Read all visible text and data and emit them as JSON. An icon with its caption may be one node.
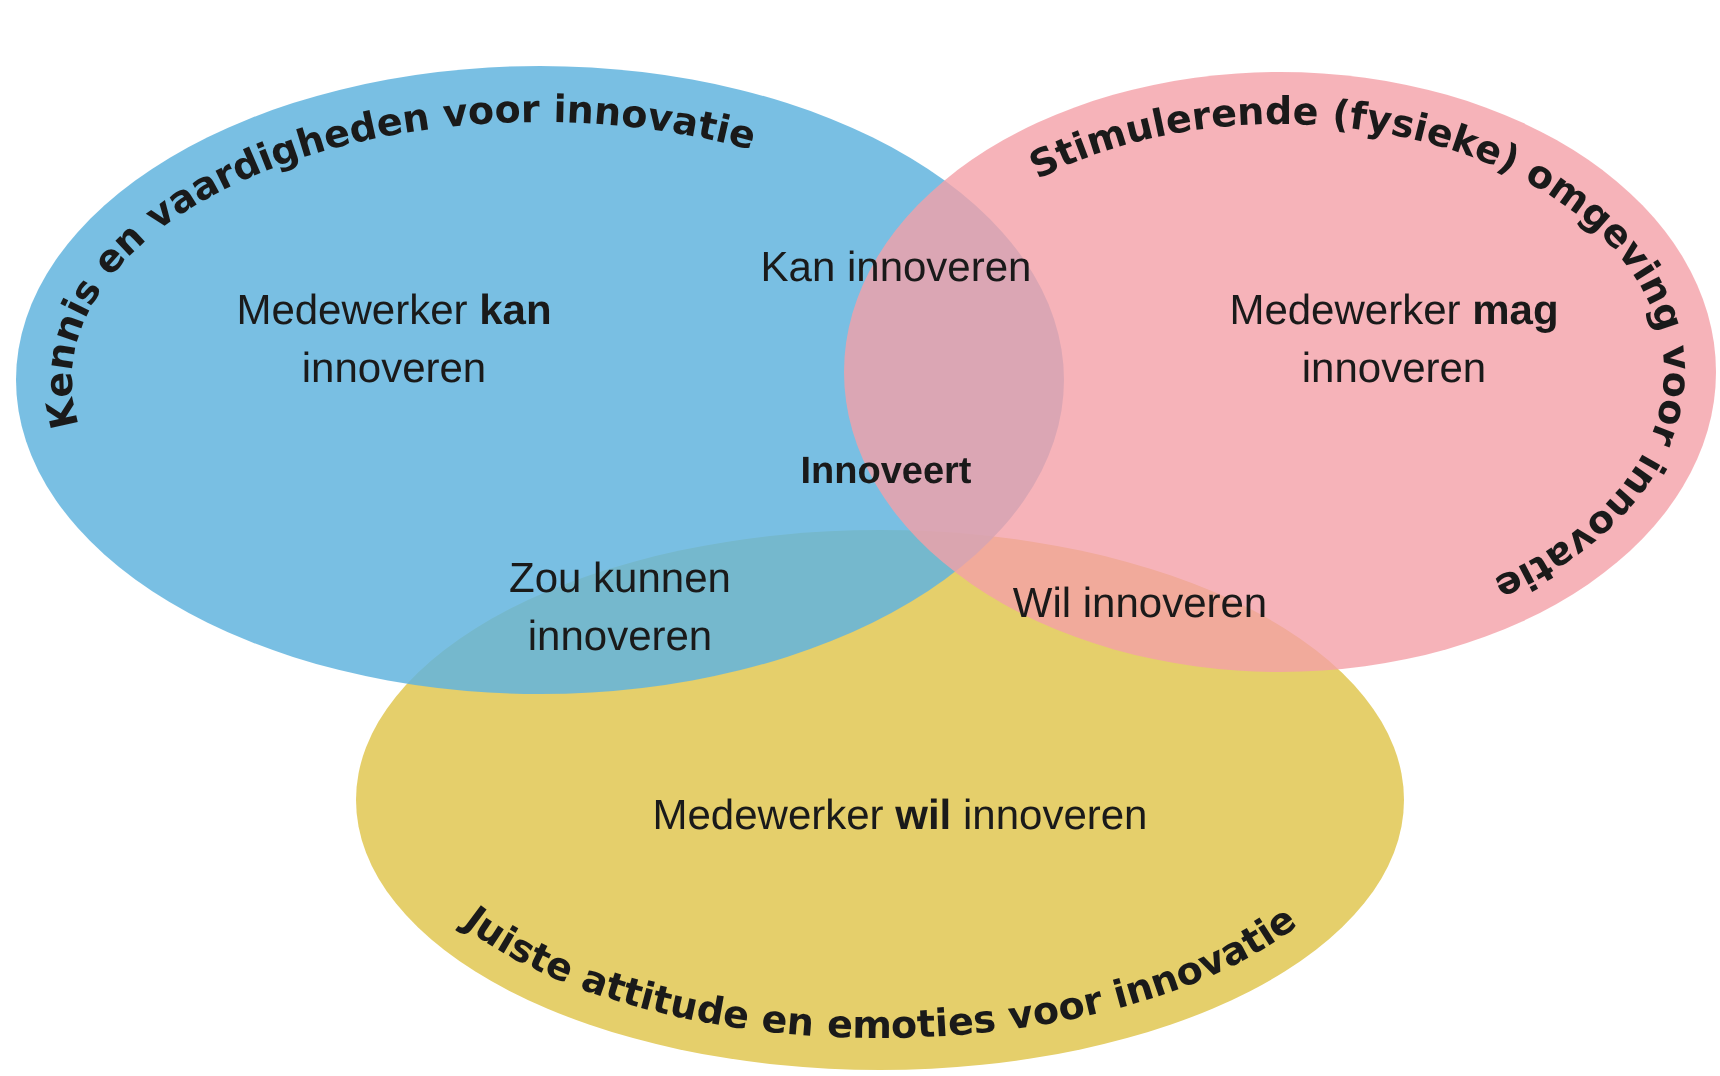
{
  "diagram": {
    "nodes": [
      {
        "text": [
          "Kennis en vaardigheden voor innovatie",
          "Medewerker **kan** innoveren"
        ]
      },
      {
        "text": [
          "Stimulerende (fysieke) omgeving voor innovatie",
          "Medewerker **mag** innoveren"
        ]
      },
      {
        "text": [
          "Medewerker **wil** innoveren",
          "Juiste attitude en emoties voor innovatie"
        ]
      }
    ],
    "edges": [],
    "labels": [
      "Kan innoveren",
      "**Innoveert**",
      "Zou kunnen innoveren",
      "Wil innoveren"
    ]
  }
}
